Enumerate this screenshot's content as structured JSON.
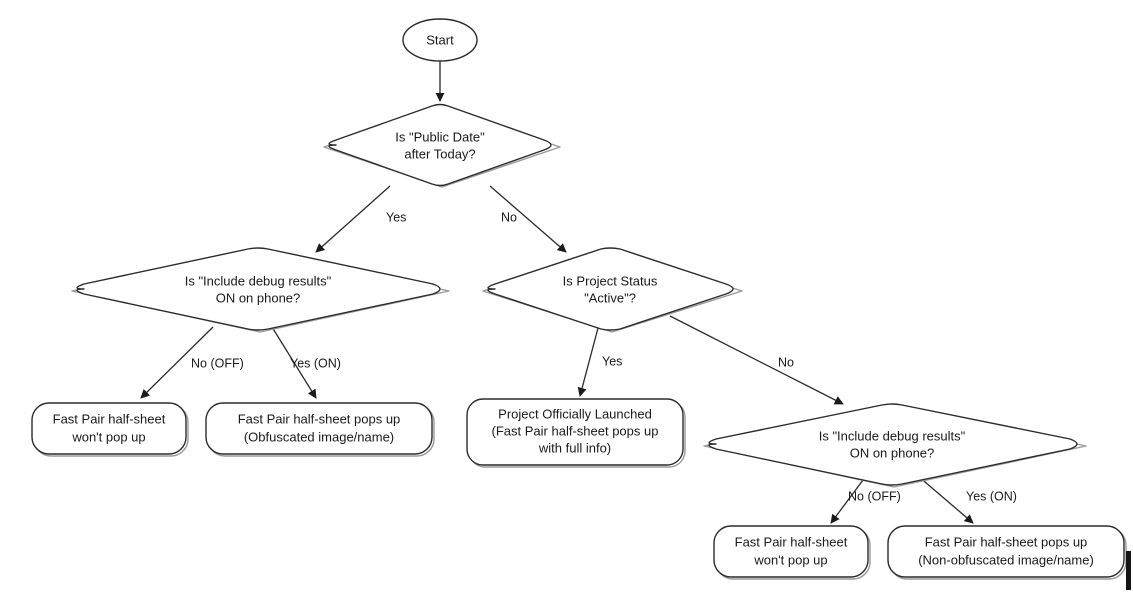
{
  "diagram": {
    "title": "Fast Pair half-sheet display decision flow",
    "type": "flowchart",
    "background_color": "#ffffff",
    "line_color": "#2b2b2b",
    "text_color": "#1a1a1a",
    "nodes": {
      "start": {
        "shape": "ellipse",
        "label": "Start",
        "lines": [
          "Start"
        ]
      },
      "d_public_date": {
        "shape": "diamond",
        "lines": [
          "Is \"Public Date\"",
          "after Today?"
        ]
      },
      "d_debug_left": {
        "shape": "diamond",
        "lines": [
          "Is \"Include debug results\"",
          "ON on phone?"
        ]
      },
      "d_project_status": {
        "shape": "diamond",
        "lines": [
          "Is Project Status",
          "\"Active\"?"
        ]
      },
      "d_debug_right": {
        "shape": "diamond",
        "lines": [
          "Is \"Include debug results\"",
          "ON on phone?"
        ]
      },
      "r_left_off": {
        "shape": "rounded-rect",
        "lines": [
          "Fast Pair half-sheet",
          "won't pop up"
        ]
      },
      "r_left_on": {
        "shape": "rounded-rect",
        "lines": [
          "Fast Pair half-sheet pops up",
          "(Obfuscated image/name)"
        ]
      },
      "r_launched": {
        "shape": "rounded-rect",
        "lines": [
          "Project Officially Launched",
          "(Fast Pair half-sheet pops up",
          "with full info)"
        ]
      },
      "r_right_off": {
        "shape": "rounded-rect",
        "lines": [
          "Fast Pair half-sheet",
          "won't pop up"
        ]
      },
      "r_right_on": {
        "shape": "rounded-rect",
        "lines": [
          "Fast Pair half-sheet pops up",
          "(Non-obfuscated image/name)"
        ]
      }
    },
    "edges": [
      {
        "id": "e1",
        "from": "start",
        "to": "d_public_date",
        "label": ""
      },
      {
        "id": "e2",
        "from": "d_public_date",
        "to": "d_debug_left",
        "label": "Yes"
      },
      {
        "id": "e3",
        "from": "d_public_date",
        "to": "d_project_status",
        "label": "No"
      },
      {
        "id": "e4",
        "from": "d_debug_left",
        "to": "r_left_off",
        "label": "No (OFF)"
      },
      {
        "id": "e5",
        "from": "d_debug_left",
        "to": "r_left_on",
        "label": "Yes (ON)"
      },
      {
        "id": "e6",
        "from": "d_project_status",
        "to": "r_launched",
        "label": "Yes"
      },
      {
        "id": "e7",
        "from": "d_project_status",
        "to": "d_debug_right",
        "label": "No"
      },
      {
        "id": "e8",
        "from": "d_debug_right",
        "to": "r_right_off",
        "label": "No (OFF)"
      },
      {
        "id": "e9",
        "from": "d_debug_right",
        "to": "r_right_on",
        "label": "Yes (ON)"
      }
    ]
  }
}
